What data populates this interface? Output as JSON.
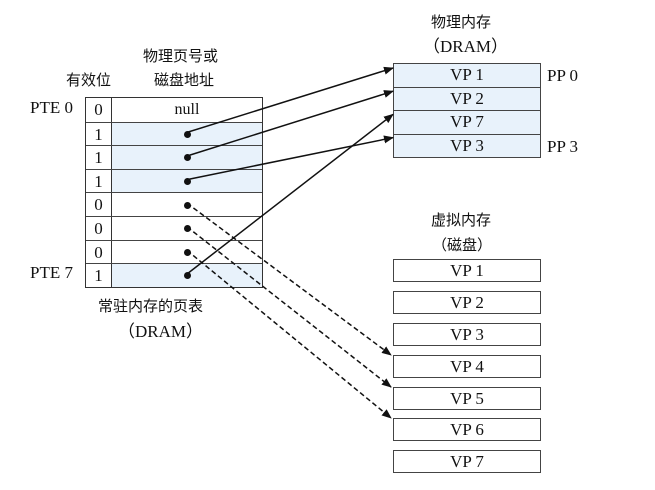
{
  "page_table": {
    "valid_bit_header": "有效位",
    "address_header_line1": "物理页号或",
    "address_header_line2": "磁盘地址",
    "first_label": "PTE 0",
    "last_label": "PTE 7",
    "caption_line1": "常驻内存的页表",
    "caption_line2": "（DRAM）",
    "entries": [
      {
        "valid": "0",
        "address": "null",
        "points_to": null
      },
      {
        "valid": "1",
        "address": "",
        "points_to": "pm:VP 1"
      },
      {
        "valid": "1",
        "address": "",
        "points_to": "pm:VP 2"
      },
      {
        "valid": "1",
        "address": "",
        "points_to": "pm:VP 3"
      },
      {
        "valid": "0",
        "address": "",
        "points_to": "disk:VP 4"
      },
      {
        "valid": "0",
        "address": "",
        "points_to": "disk:VP 5"
      },
      {
        "valid": "0",
        "address": "",
        "points_to": "disk:VP 6"
      },
      {
        "valid": "1",
        "address": "",
        "points_to": "pm:VP 7"
      }
    ]
  },
  "physical_memory": {
    "title": "物理内存",
    "subtitle": "（DRAM）",
    "pages": [
      "VP 1",
      "VP 2",
      "VP 7",
      "VP 3"
    ],
    "first_label": "PP 0",
    "last_label": "PP 3"
  },
  "virtual_memory": {
    "title": "虚拟内存",
    "subtitle": "（磁盘）",
    "pages": [
      "VP 1",
      "VP 2",
      "VP 3",
      "VP 4",
      "VP 5",
      "VP 6",
      "VP 7"
    ]
  }
}
